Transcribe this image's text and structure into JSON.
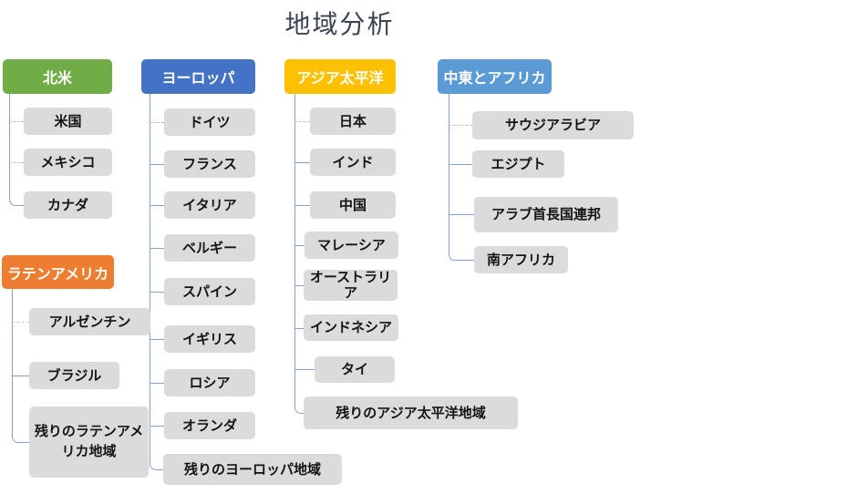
{
  "title": "地域分析",
  "groups": [
    {
      "label": "北米",
      "color": "#70AD47",
      "children": [
        "米国",
        "メキシコ",
        "カナダ"
      ]
    },
    {
      "label": "ヨーロッパ",
      "color": "#4472C4",
      "children": [
        "ドイツ",
        "フランス",
        "イタリア",
        "ベルギー",
        "スパイン",
        "イギリス",
        "ロシア",
        "オランダ",
        "残りのヨーロッパ地域"
      ]
    },
    {
      "label": "アジア太平洋",
      "color": "#FFC000",
      "children": [
        "日本",
        "インド",
        "中国",
        "マレーシア",
        "オーストラリア",
        "インドネシア",
        "タイ",
        "残りのアジア太平洋地域"
      ]
    },
    {
      "label": "中東とアフリカ",
      "color": "#5B9BD5",
      "children": [
        "サウジアラビア",
        "エジプト",
        "アラブ首長国連邦",
        "南アフリカ"
      ]
    },
    {
      "label": "ラテンアメリカ",
      "color": "#ED7D31",
      "children": [
        "アルゼンチン",
        "ブラジル",
        "残りのラテンアメリカ地域"
      ]
    }
  ],
  "colors": {
    "title_text": "#3A4452",
    "node_background": "#DBDBDB",
    "node_text": "#141414",
    "connector_solid": "#85A2CB",
    "connector_dashed": "#BFBFBF"
  }
}
